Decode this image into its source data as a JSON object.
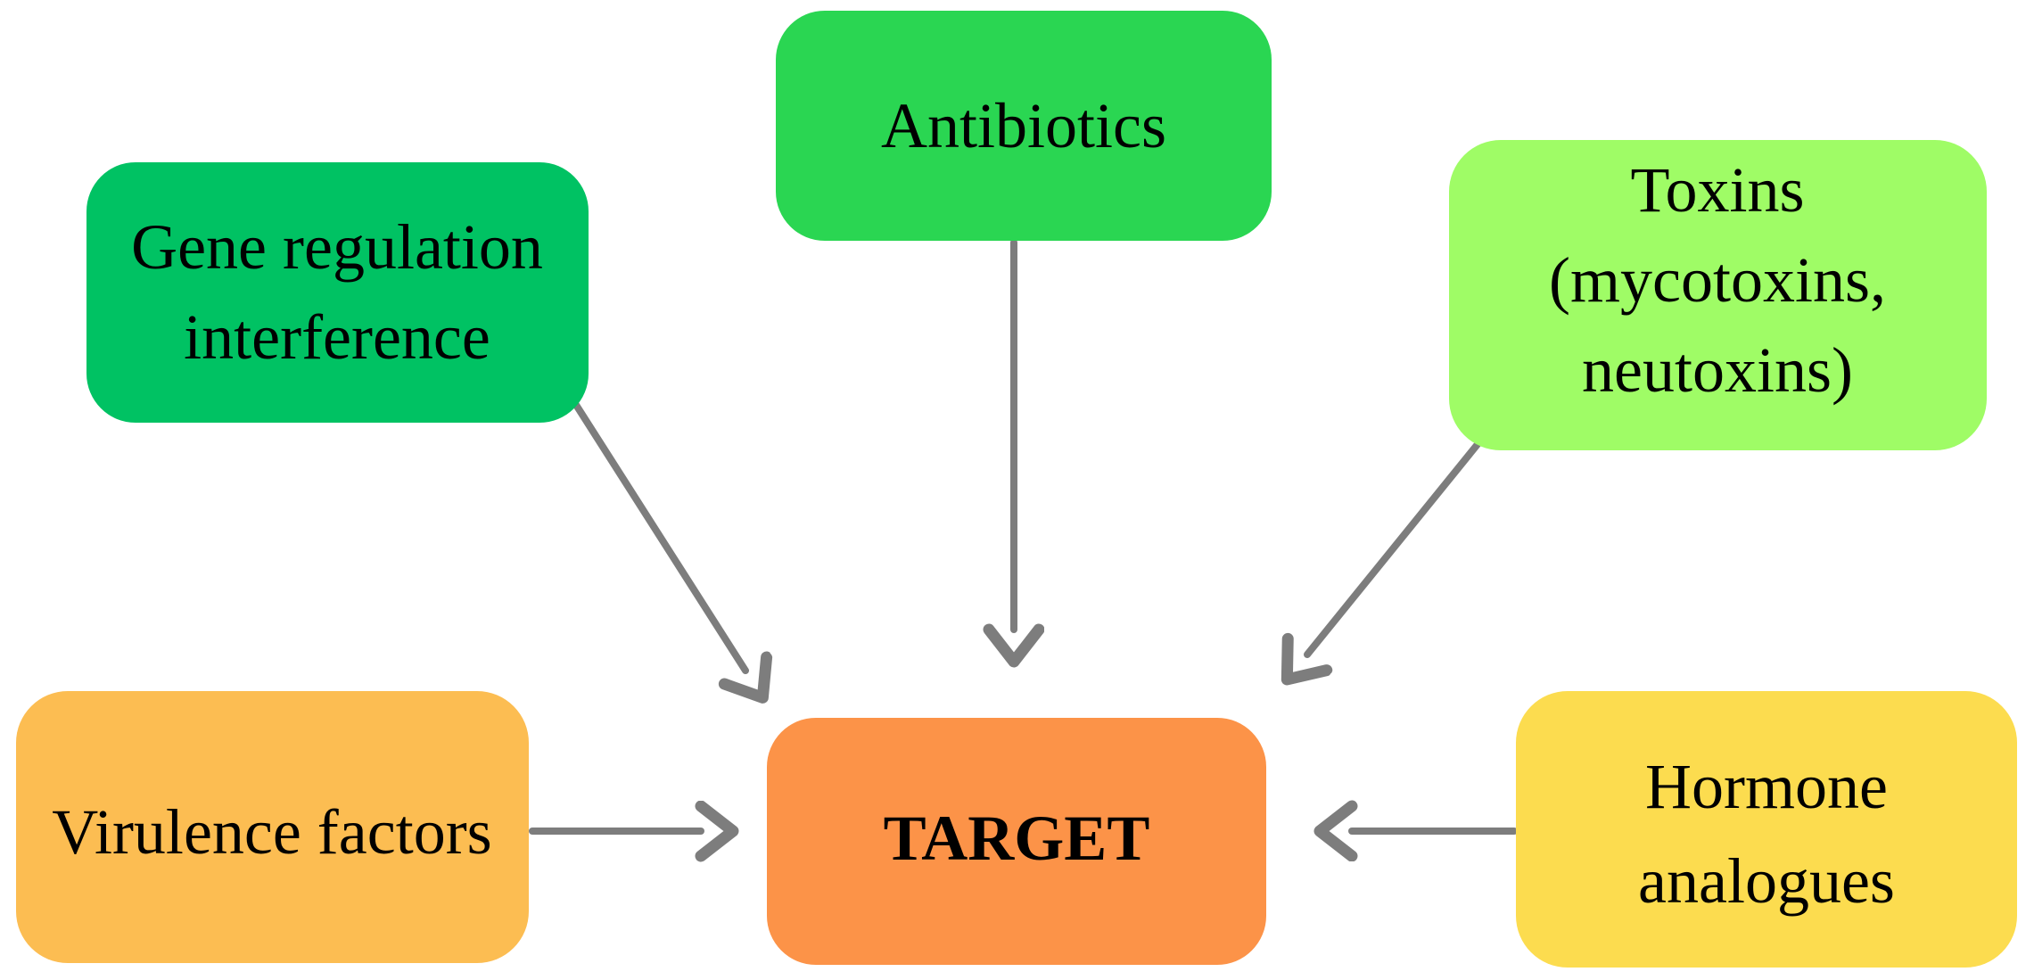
{
  "figure": {
    "background_color": "#ffffff",
    "arrow_color": "#7d7d7d",
    "text_color": "#000000"
  },
  "nodes": {
    "gene_regulation": {
      "lines": [
        "Gene regulation",
        "interference"
      ],
      "color": "#00c263"
    },
    "antibiotics": {
      "lines": [
        "Antibiotics"
      ],
      "color": "#2ad652"
    },
    "toxins": {
      "lines": [
        "Toxins",
        "(mycotoxins,",
        "neutoxins)"
      ],
      "color": "#9ffc66"
    },
    "virulence_factors": {
      "lines": [
        "Virulence factors"
      ],
      "color": "#fcbd52"
    },
    "target": {
      "lines": [
        "TARGET"
      ],
      "color": "#fc9348"
    },
    "hormone_analogues": {
      "lines": [
        "Hormone",
        "analogues"
      ],
      "color": "#fcdc4f"
    }
  },
  "arrows": [
    {
      "from": "gene_regulation",
      "to": "target"
    },
    {
      "from": "antibiotics",
      "to": "target"
    },
    {
      "from": "toxins",
      "to": "target"
    },
    {
      "from": "virulence_factors",
      "to": "target"
    },
    {
      "from": "hormone_analogues",
      "to": "target"
    }
  ]
}
